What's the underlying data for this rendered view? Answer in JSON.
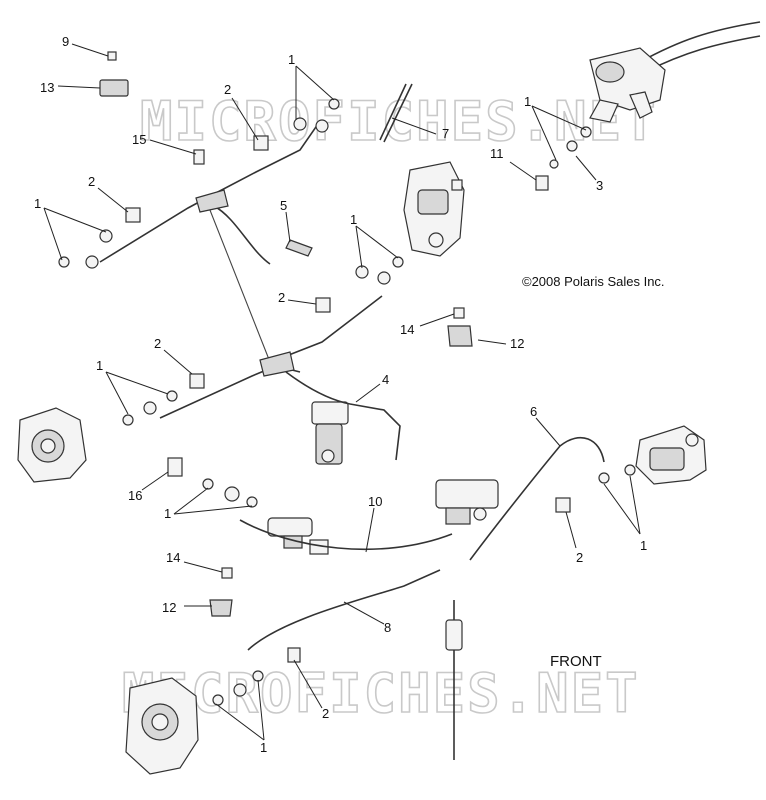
{
  "watermark": "MICROFICHES.NET",
  "copyright": "©2008 Polaris Sales Inc.",
  "front_label": "FRONT",
  "callouts": [
    {
      "id": "c9",
      "text": "9"
    },
    {
      "id": "c13",
      "text": "13"
    },
    {
      "id": "c2a",
      "text": "2"
    },
    {
      "id": "c1a",
      "text": "1"
    },
    {
      "id": "c15",
      "text": "15"
    },
    {
      "id": "c7",
      "text": "7"
    },
    {
      "id": "c1b",
      "text": "1"
    },
    {
      "id": "c11",
      "text": "11"
    },
    {
      "id": "c3",
      "text": "3"
    },
    {
      "id": "c2b",
      "text": "2"
    },
    {
      "id": "c1c",
      "text": "1"
    },
    {
      "id": "c5",
      "text": "5"
    },
    {
      "id": "c1d",
      "text": "1"
    },
    {
      "id": "c2c",
      "text": "2"
    },
    {
      "id": "c14a",
      "text": "14"
    },
    {
      "id": "c12a",
      "text": "12"
    },
    {
      "id": "c2d",
      "text": "2"
    },
    {
      "id": "c1e",
      "text": "1"
    },
    {
      "id": "c4",
      "text": "4"
    },
    {
      "id": "c6",
      "text": "6"
    },
    {
      "id": "c16",
      "text": "16"
    },
    {
      "id": "c1f",
      "text": "1"
    },
    {
      "id": "c10",
      "text": "10"
    },
    {
      "id": "c2e",
      "text": "2"
    },
    {
      "id": "c1g",
      "text": "1"
    },
    {
      "id": "c14b",
      "text": "14"
    },
    {
      "id": "c12b",
      "text": "12"
    },
    {
      "id": "c8",
      "text": "8"
    },
    {
      "id": "c2f",
      "text": "2"
    },
    {
      "id": "c1h",
      "text": "1"
    }
  ]
}
